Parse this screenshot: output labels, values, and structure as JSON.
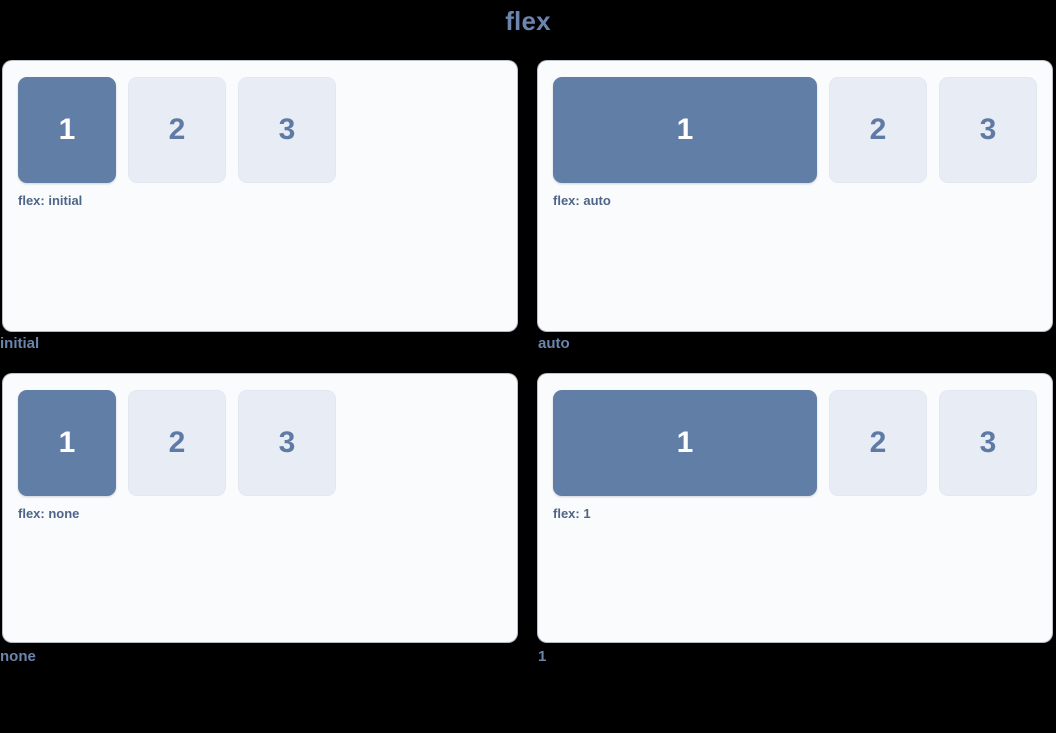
{
  "title": "flex",
  "theme": {
    "background": "#000000",
    "title_color": "#6b85ad",
    "panel_background": "#fafbfd",
    "primary_box": "#617ea6",
    "primary_box_text": "#ffffff",
    "secondary_box": "#e8ecf5",
    "secondary_box_text": "#5f7ba5",
    "note_color": "#4f6587",
    "label_color": "#6b85ad"
  },
  "boxes": {
    "one": "1",
    "two": "2",
    "three": "3"
  },
  "panels": [
    {
      "label": "initial",
      "note": "flex: initial",
      "value": "initial",
      "first_box_mode": "shrink-to-content"
    },
    {
      "label": "auto",
      "note": "flex: auto",
      "value": "auto",
      "first_box_mode": "grow-and-shrink"
    },
    {
      "label": "none",
      "note": "flex: none",
      "value": "none",
      "first_box_mode": "fixed"
    },
    {
      "label": "1",
      "note": "flex: 1",
      "value": "1",
      "first_box_mode": "grow-from-zero"
    }
  ]
}
